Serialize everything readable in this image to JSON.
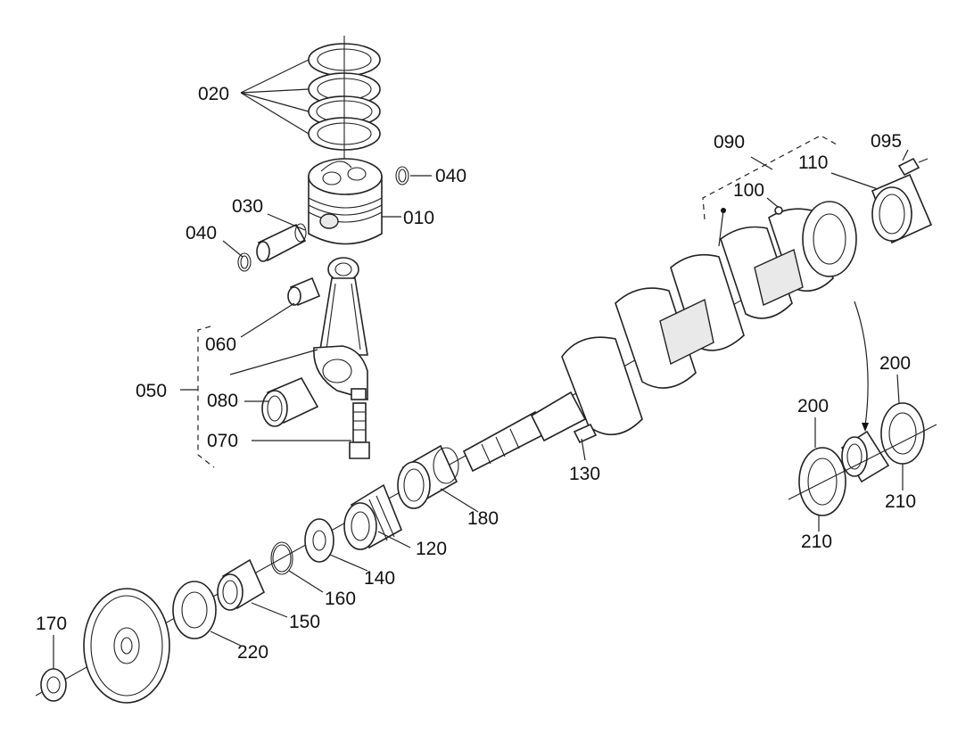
{
  "callouts": {
    "c010": "010",
    "c020": "020",
    "c030": "030",
    "c040a": "040",
    "c040b": "040",
    "c050": "050",
    "c060": "060",
    "c070": "070",
    "c080": "080",
    "c090": "090",
    "c095": "095",
    "c100": "100",
    "c110": "110",
    "c120": "120",
    "c130": "130",
    "c140": "140",
    "c150": "150",
    "c160": "160",
    "c170": "170",
    "c180": "180",
    "c200a": "200",
    "c200b": "200",
    "c210a": "210",
    "c210b": "210",
    "c220": "220"
  }
}
